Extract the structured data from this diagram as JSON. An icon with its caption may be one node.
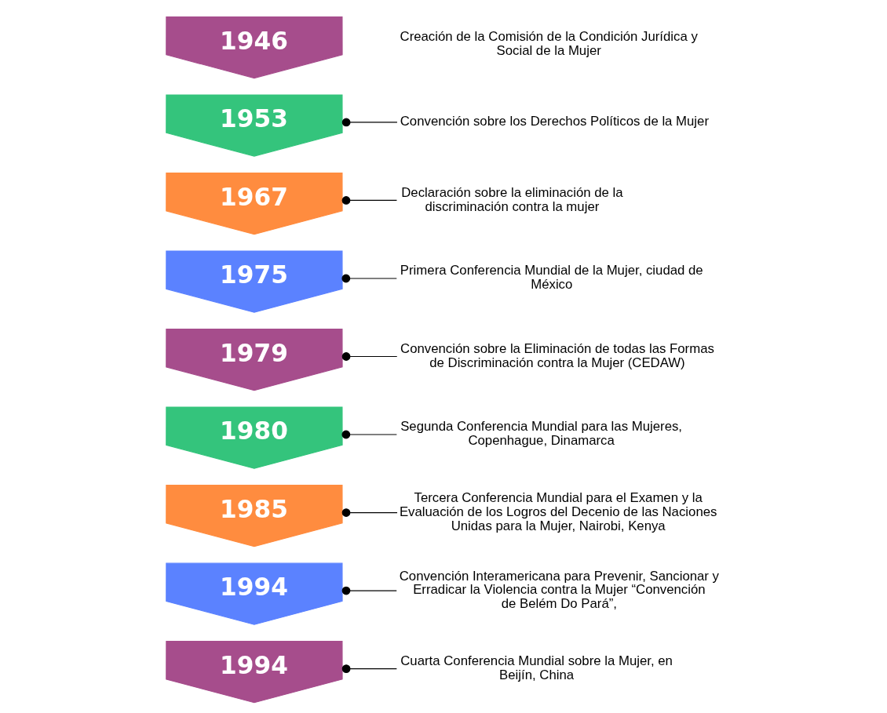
{
  "diagram": {
    "nodes": [
      {
        "text": [
          "1946"
        ]
      },
      {
        "text": [
          "Creación de la Comisión de la Condición Jurídica y Social de la Mujer"
        ]
      },
      {
        "text": [
          "1953"
        ]
      },
      {
        "text": [
          "Convención sobre los Derechos Políticos de la Mujer"
        ]
      },
      {
        "text": [
          "1967"
        ]
      },
      {
        "text": [
          "Declaración sobre la eliminación de la discriminación contra la mujer"
        ]
      },
      {
        "text": [
          "1975"
        ]
      },
      {
        "text": [
          "Primera Conferencia Mundial de la Mujer, ciudad de México"
        ]
      },
      {
        "text": [
          "1979"
        ]
      },
      {
        "text": [
          "Convención sobre la Eliminación de todas las Formas de Discriminación contra la Mujer (CEDAW)"
        ]
      },
      {
        "text": [
          "1980"
        ]
      },
      {
        "text": [
          "Segunda Conferencia Mundial para las Mujeres, Copenhague, Dinamarca"
        ]
      },
      {
        "text": [
          "1985"
        ]
      },
      {
        "text": [
          "Tercera Conferencia Mundial para el Examen y la Evaluación de los Logros del Decenio de las Naciones Unidas para la Mujer, Nairobi, Kenya"
        ]
      },
      {
        "text": [
          "1994"
        ]
      },
      {
        "text": [
          "Convención Interamericana para Prevenir, Sancionar y Erradicar la Violencia contra la Mujer “Convención de Belém Do Pará”,"
        ]
      },
      {
        "text": [
          "1994"
        ]
      },
      {
        "text": [
          "Cuarta Conferencia Mundial sobre la Mujer, en Beijín, China"
        ]
      }
    ],
    "edges": [
      {
        "from": 2,
        "to": 3,
        "arrow": "other"
      },
      {
        "from": 4,
        "to": 5,
        "arrow": "other"
      },
      {
        "from": 6,
        "to": 7,
        "arrow": "other"
      },
      {
        "from": 8,
        "to": 9,
        "arrow": "other"
      },
      {
        "from": 10,
        "to": 11,
        "arrow": "other"
      },
      {
        "from": 12,
        "to": 13,
        "arrow": "other"
      },
      {
        "from": 14,
        "to": 15,
        "arrow": "other"
      },
      {
        "from": 16,
        "to": 17,
        "arrow": "other"
      }
    ]
  }
}
